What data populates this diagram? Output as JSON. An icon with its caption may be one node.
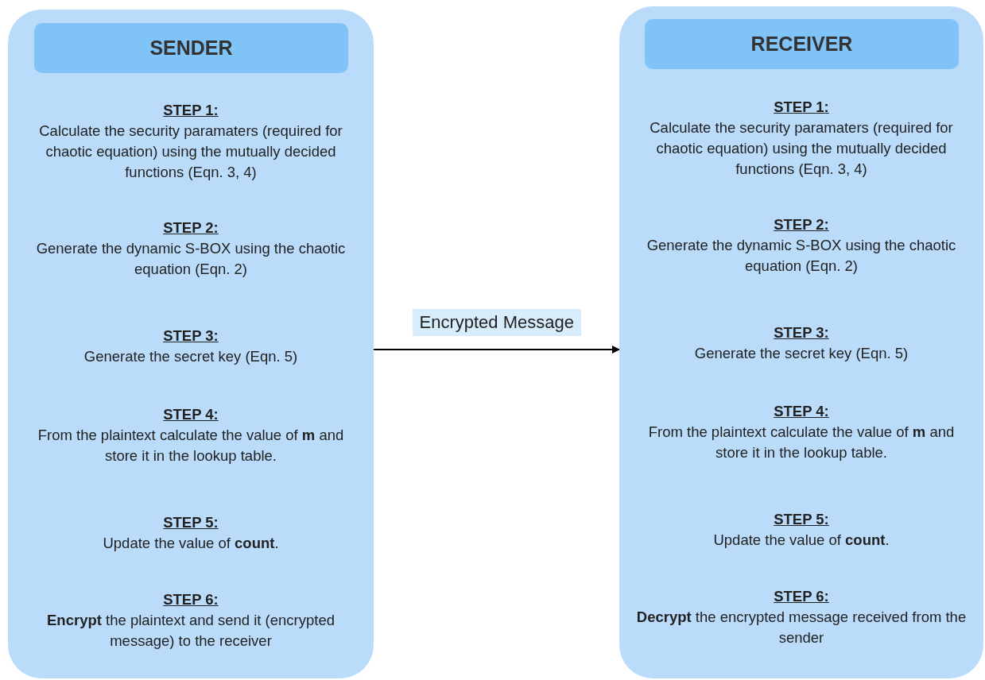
{
  "diagram": {
    "nodes": [
      {
        "text": [
          "STEP 1:",
          "Calculate the security paramaters (required for chaotic equation) using the mutually decided functions (Eqn. 3, 4)",
          "STEP 2:",
          "Generate the dynamic S-BOX using the chaotic equation (Eqn. 2)",
          "STEP 3:",
          "Generate the secret key (Eqn. 5)",
          "STEP 4:",
          "From the plaintext calculate the value of **m** and store it in the lookup table.",
          "STEP 5:",
          "Update the value of **count**.",
          "STEP 6:",
          "**Encrypt** the plaintext and send it (encrypted message) to the receiver"
        ]
      },
      {
        "text": [
          "SENDER"
        ],
        "in": 0
      },
      {
        "text": [
          "STEP 1:",
          "Calculate the security paramaters (required for chaotic equation) using the mutually decided functions (Eqn. 3, 4)",
          "STEP 2:",
          "Generate the dynamic S-BOX using the chaotic equation (Eqn. 2)",
          "STEP 3:",
          "Generate the secret key (Eqn. 5)",
          "STEP 4:",
          "From the plaintext calculate the value of **m** and store it in the lookup table.",
          "STEP 5:",
          "Update the value of **count**.",
          "STEP 6:",
          "**Decrypt** the encrypted message received from the sender"
        ]
      },
      {
        "text": [
          "RECEIVER"
        ],
        "in": 2
      }
    ],
    "edges": [
      {
        "from": 0,
        "to": 2,
        "arrow": "to",
        "label": "Encrypted Message"
      }
    ]
  }
}
